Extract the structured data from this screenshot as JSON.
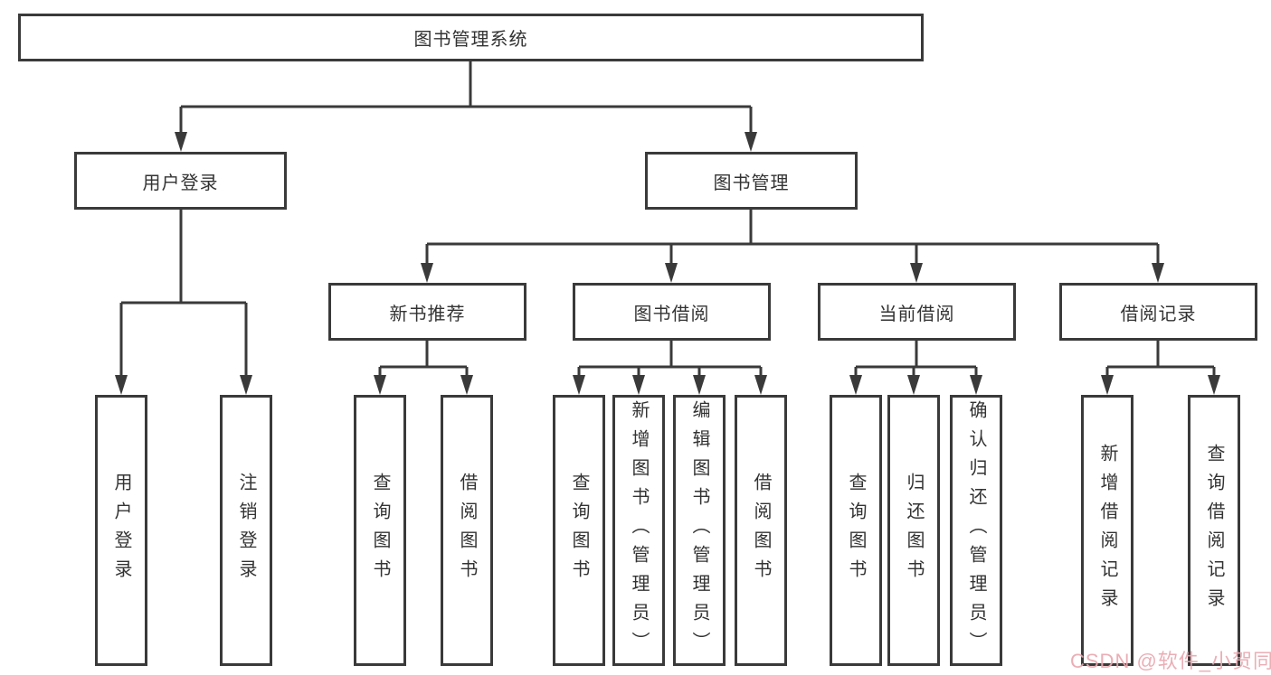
{
  "diagram": {
    "root": "图书管理系统",
    "user_login": {
      "label": "用户登录",
      "children": [
        "用户登录",
        "注销登录"
      ]
    },
    "book_mgmt": {
      "label": "图书管理",
      "sections": [
        {
          "label": "新书推荐",
          "children": [
            "查询图书",
            "借阅图书"
          ]
        },
        {
          "label": "图书借阅",
          "children": [
            "查询图书",
            "新增图书（管理员）",
            "编辑图书（管理员）",
            "借阅图书"
          ]
        },
        {
          "label": "当前借阅",
          "children": [
            "查询图书",
            "归还图书",
            "确认归还（管理员）"
          ]
        },
        {
          "label": "借阅记录",
          "children": [
            "新增借阅记录",
            "查询借阅记录"
          ]
        }
      ]
    },
    "watermark": "CSDN @软件_小贺同学",
    "colors": {
      "line": "#3a3a3a",
      "text": "#333333",
      "watermark": "#e9a7af",
      "background": "#ffffff"
    }
  }
}
